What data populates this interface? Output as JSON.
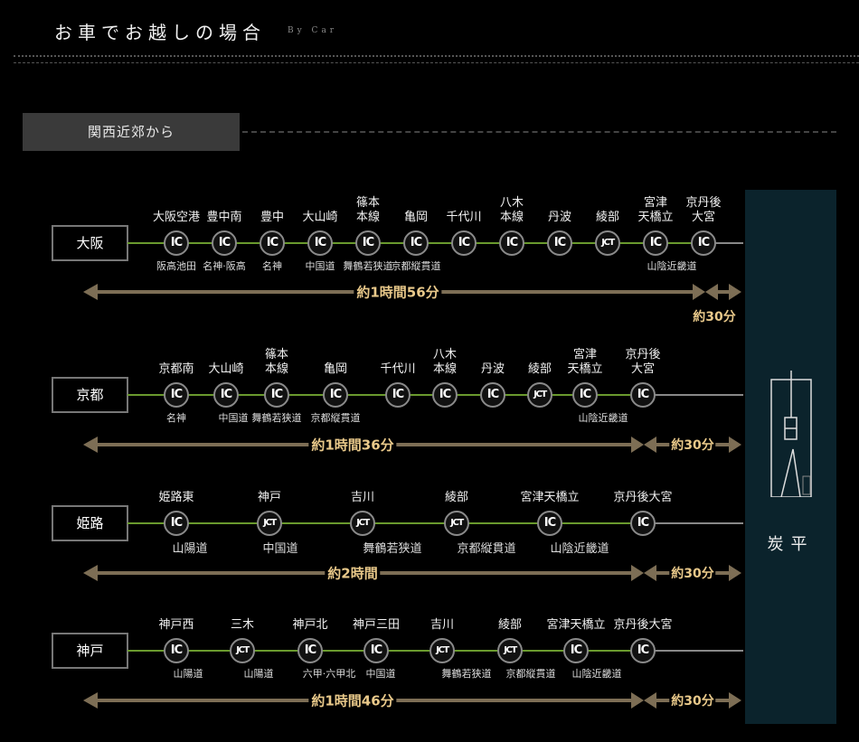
{
  "header": {
    "title": "お車でお越しの場合",
    "subtitle": "By Car"
  },
  "section": {
    "label": "関西近郊から"
  },
  "destination": {
    "name": "炭平",
    "logo_text": "炭平"
  },
  "colors": {
    "route": "#6a9a2e",
    "tail": "#888888",
    "arrow": "#7d6e55",
    "time": "#e9c98a",
    "panel": "#0b232c"
  },
  "routes": [
    {
      "origin": "大阪",
      "time": "約1時間56分",
      "final_time": "約30分",
      "nodes": [
        {
          "name": "大阪空港",
          "type": "IC",
          "road": "阪高池田"
        },
        {
          "name": "豊中南",
          "type": "IC",
          "road": "名神·阪高"
        },
        {
          "name": "豊中",
          "type": "IC",
          "road": "名神"
        },
        {
          "name": "大山崎",
          "type": "IC",
          "road": "中国道"
        },
        {
          "name": "篠本\n本線",
          "type": "IC",
          "road": "舞鶴若狭道"
        },
        {
          "name": "亀岡",
          "type": "IC",
          "road": "京都縦貫道"
        },
        {
          "name": "千代川",
          "type": "IC",
          "road": ""
        },
        {
          "name": "八木\n本線",
          "type": "IC",
          "road": ""
        },
        {
          "name": "丹波",
          "type": "IC",
          "road": ""
        },
        {
          "name": "綾部",
          "type": "JCT",
          "road": ""
        },
        {
          "name": "宮津\n天橋立",
          "type": "IC",
          "road": "山陰近畿道"
        },
        {
          "name": "京丹後\n大宮",
          "type": "IC",
          "road": ""
        }
      ]
    },
    {
      "origin": "京都",
      "time": "約1時間36分",
      "final_time": "約30分",
      "nodes": [
        {
          "name": "京都南",
          "type": "IC",
          "road": "名神"
        },
        {
          "name": "大山崎",
          "type": "IC",
          "road": "中国道"
        },
        {
          "name": "篠本\n本線",
          "type": "IC",
          "road": "舞鶴若狭道"
        },
        {
          "name": "亀岡",
          "type": "IC",
          "road": "京都縦貫道"
        },
        {
          "name": "千代川",
          "type": "IC",
          "road": ""
        },
        {
          "name": "八木\n本線",
          "type": "IC",
          "road": ""
        },
        {
          "name": "丹波",
          "type": "IC",
          "road": ""
        },
        {
          "name": "綾部",
          "type": "JCT",
          "road": ""
        },
        {
          "name": "宮津\n天橋立",
          "type": "IC",
          "road": "山陰近畿道"
        },
        {
          "name": "京丹後\n大宮",
          "type": "IC",
          "road": ""
        }
      ]
    },
    {
      "origin": "姫路",
      "time": "約2時間",
      "final_time": "約30分",
      "nodes": [
        {
          "name": "姫路東",
          "type": "IC",
          "road": "山陽道"
        },
        {
          "name": "神戸",
          "type": "JCT",
          "road": "中国道"
        },
        {
          "name": "吉川",
          "type": "JCT",
          "road": "舞鶴若狭道"
        },
        {
          "name": "綾部",
          "type": "JCT",
          "road": "京都縦貫道"
        },
        {
          "name": "宮津天橋立",
          "type": "IC",
          "road": "山陰近畿道"
        },
        {
          "name": "京丹後大宮",
          "type": "IC",
          "road": ""
        }
      ]
    },
    {
      "origin": "神戸",
      "time": "約1時間46分",
      "final_time": "約30分",
      "nodes": [
        {
          "name": "神戸西",
          "type": "IC",
          "road": "山陽道"
        },
        {
          "name": "三木",
          "type": "JCT",
          "road": "山陽道"
        },
        {
          "name": "神戸北",
          "type": "IC",
          "road": "六甲·六甲北"
        },
        {
          "name": "神戸三田",
          "type": "IC",
          "road": "中国道"
        },
        {
          "name": "吉川",
          "type": "JCT",
          "road": "舞鶴若狭道"
        },
        {
          "name": "綾部",
          "type": "JCT",
          "road": "京都縦貫道"
        },
        {
          "name": "宮津天橋立",
          "type": "IC",
          "road": "山陰近畿道"
        },
        {
          "name": "京丹後大宮",
          "type": "IC",
          "road": ""
        }
      ]
    }
  ]
}
